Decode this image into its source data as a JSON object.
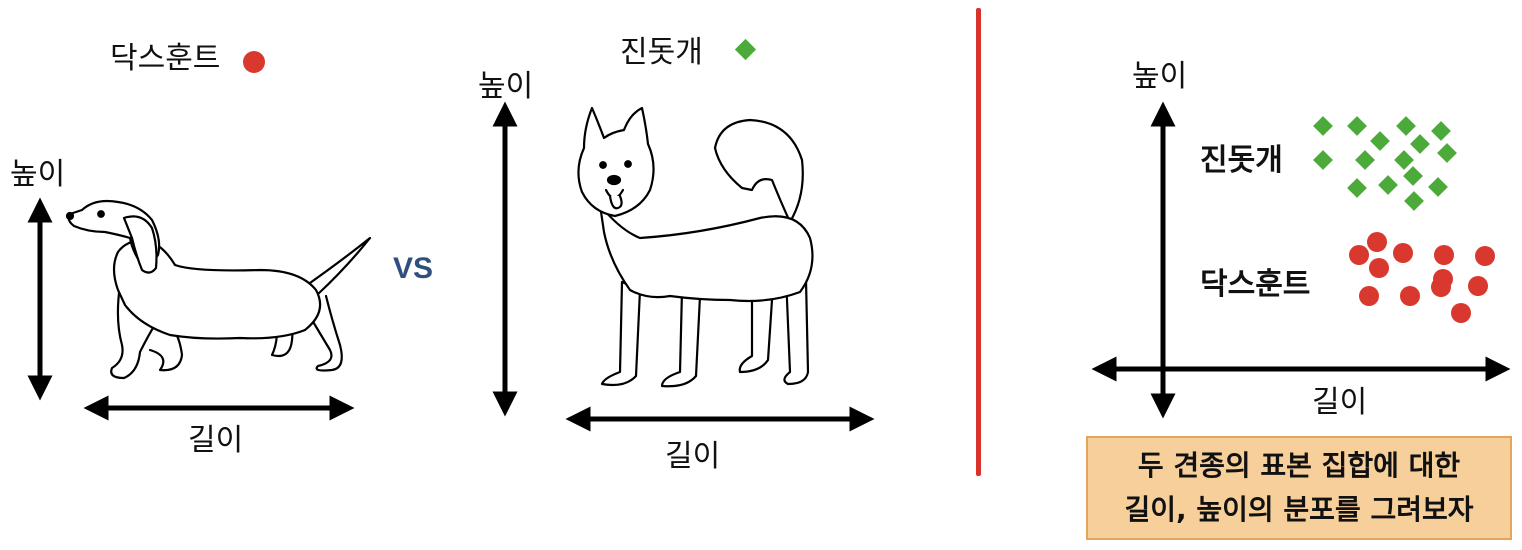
{
  "dachshund_panel": {
    "legend_label": "닥스훈트",
    "height_label": "높이",
    "length_label": "길이"
  },
  "jindo_panel": {
    "legend_label": "진돗개",
    "height_label": "높이",
    "length_label": "길이"
  },
  "vs_label": "VS",
  "scatter_panel": {
    "y_label": "높이",
    "x_label": "길이",
    "cluster_labels": {
      "jindo": "진돗개",
      "dachshund": "닥스훈트"
    }
  },
  "caption": {
    "line1": "두 견종의 표본 집합에 대한",
    "line2": "길이, 높이의 분포를 그려보자"
  },
  "colors": {
    "dachshund_marker": "#d8382e",
    "jindo_marker": "#4caa3a",
    "divider": "#d8322c",
    "caption_bg": "#f7cf9a",
    "vs_text": "#2f4f7f"
  },
  "icons": [
    "dachshund-illustration",
    "jindo-dog-illustration"
  ]
}
